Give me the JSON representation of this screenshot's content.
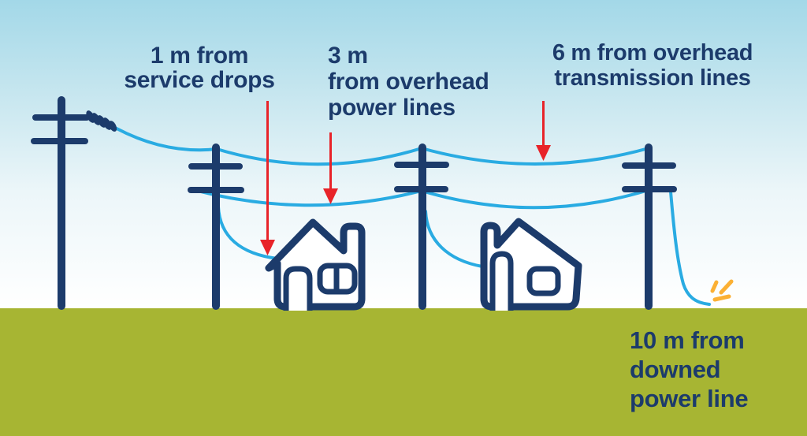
{
  "annotations": {
    "service_drops": {
      "line1": "1 m from",
      "line2": "service drops"
    },
    "power_lines": {
      "line1": "3 m",
      "line2": "from overhead",
      "line3": "power lines"
    },
    "transmission_lines": {
      "line1": "6 m from overhead",
      "line2": "transmission lines"
    },
    "downed_line": {
      "line1": "10 m from",
      "line2": "downed",
      "line3": "power line"
    }
  },
  "colors": {
    "navy": "#1c3b6b",
    "wire_cyan": "#29abe2",
    "arrow_red": "#e82329",
    "spark_yellow": "#fbb034",
    "ground_green": "#a7b533",
    "sky_top": "#a3d8e8",
    "sky_bottom": "#ffffff"
  },
  "icons": {
    "spark": "three yellow strokes",
    "down_arrow": "red line with solid triangle head"
  }
}
